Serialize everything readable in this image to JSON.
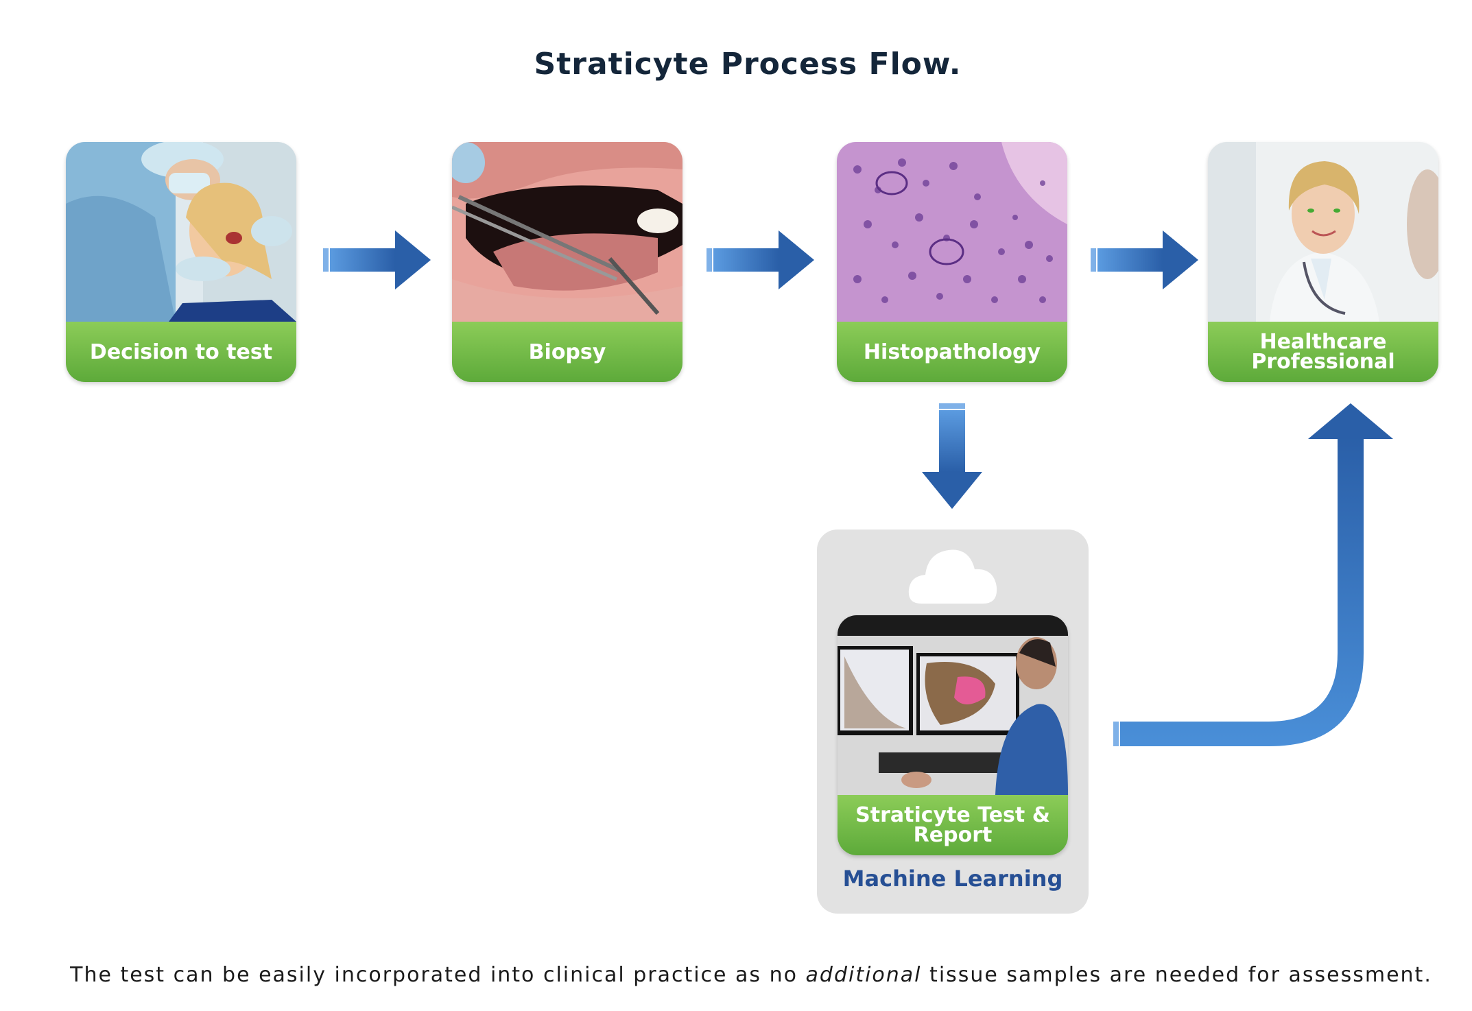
{
  "title": "Straticyte Process Flow.",
  "steps": [
    {
      "label": "Decision to test",
      "icon": "dentist-photo-icon"
    },
    {
      "label": "Biopsy",
      "icon": "biopsy-photo-icon"
    },
    {
      "label": "Histopathology",
      "icon": "histology-photo-icon"
    },
    {
      "label": "Healthcare Professional",
      "icon": "doctor-photo-icon"
    }
  ],
  "ml": {
    "label": "Straticyte Test & Report",
    "caption": "Machine Learning",
    "cloud_icon": "cloud-icon",
    "photo_icon": "analyst-workstation-photo-icon"
  },
  "footer": {
    "before": "The test can be easily incorporated into clinical practice as no ",
    "emphasis": "additional",
    "after": " tissue samples are needed for assessment."
  },
  "colors": {
    "title": "#14263a",
    "label_green": "#6db945",
    "arrow_blue": "#2f6db5",
    "caption_blue": "#264f94",
    "ml_box": "#e2e2e2"
  }
}
